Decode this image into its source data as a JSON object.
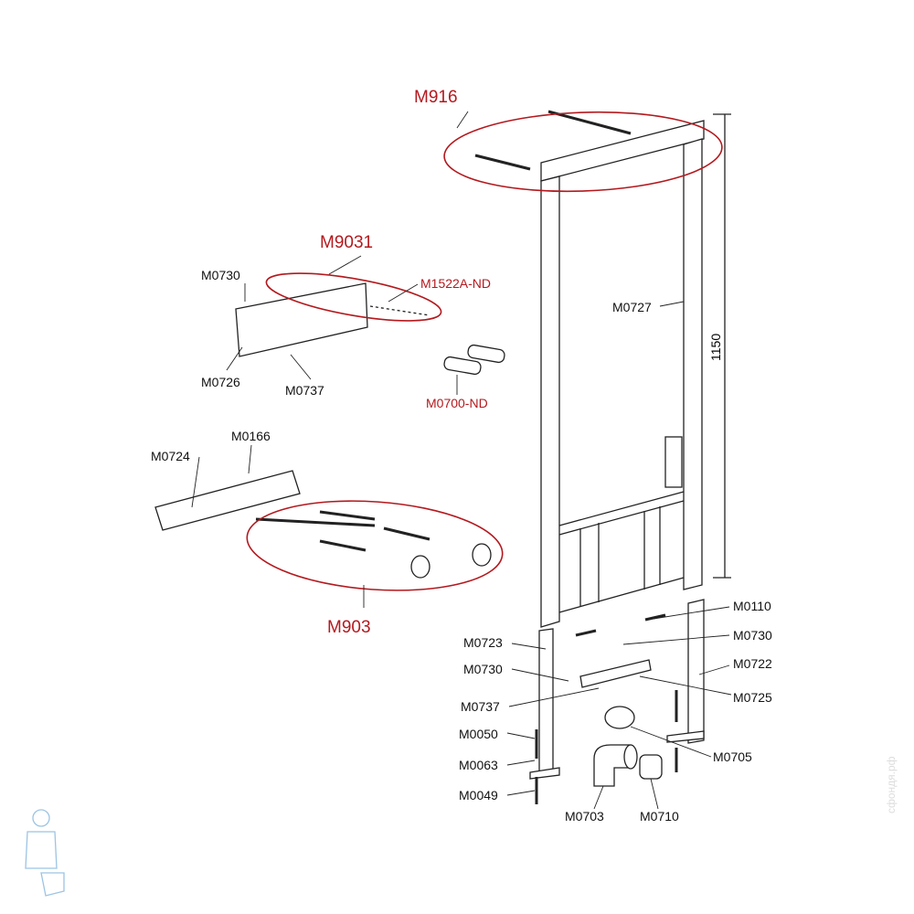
{
  "groups": {
    "m916": "M916",
    "m9031": "M9031",
    "m903": "M903",
    "m1522": "M1522A-ND",
    "m0700": "M0700-ND"
  },
  "parts": {
    "m0730_a": "M0730",
    "m0726": "M0726",
    "m0737_a": "M0737",
    "m0727": "M0727",
    "m0166": "M0166",
    "m0724": "M0724",
    "m0110": "M0110",
    "m0730_b": "M0730",
    "m0722": "M0722",
    "m0725": "M0725",
    "m0723": "M0723",
    "m0730_c": "M0730",
    "m0737_b": "M0737",
    "m0050": "M0050",
    "m0063": "M0063",
    "m0049": "M0049",
    "m0705": "M0705",
    "m0703": "M0703",
    "m0710": "M0710"
  },
  "dimension": "1150",
  "watermark": "сфондя.рф",
  "colors": {
    "accent": "#b3191e",
    "line": "#222222"
  }
}
